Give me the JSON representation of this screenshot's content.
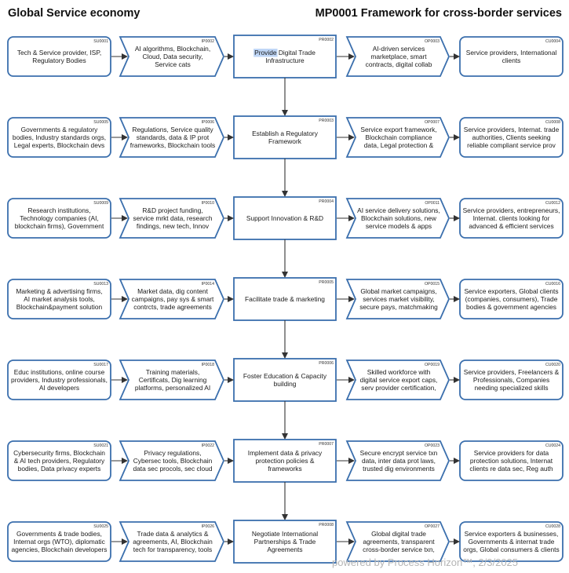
{
  "header": {
    "left_title": "Global Service economy",
    "right_title": "MP0001 Framework for cross-border services"
  },
  "footer": {
    "text": "powered by Process Horizon™, 2/3/2025"
  },
  "colors": {
    "border": "#3b6fad",
    "arrow": "#333333",
    "highlight": "#bfd6f6"
  },
  "rows": [
    {
      "supplier": {
        "code": "SU0001",
        "lines": [
          "Tech & Service provider, ISP,",
          "Regulatory Bodies"
        ]
      },
      "input": {
        "code": "IP0002",
        "lines": [
          "AI algorithms, Blockchain,",
          "Cloud, Data security,",
          "Service cats"
        ]
      },
      "process": {
        "code": "PR0002",
        "lines": [
          "Provide Digital Trade",
          "Infrastructure"
        ],
        "highlight": "Provide"
      },
      "output": {
        "code": "OP0003",
        "lines": [
          "AI-driven services",
          "marketplace, smart",
          "contracts, digital collab"
        ]
      },
      "customer": {
        "code": "CU0004",
        "lines": [
          "Service providers, International",
          "clients"
        ]
      }
    },
    {
      "supplier": {
        "code": "SU0005",
        "lines": [
          "Governments & regulatory",
          "bodies, Industry standards orgs,",
          "Legal experts, Blockchain devs"
        ]
      },
      "input": {
        "code": "IP0006",
        "lines": [
          "Regulations, Service quality",
          "standards, data & IP prot",
          "frameworks, Blockchain tools"
        ]
      },
      "process": {
        "code": "PR0003",
        "lines": [
          "Establish a Regulatory",
          "Framework"
        ]
      },
      "output": {
        "code": "OP0007",
        "lines": [
          "Service export framework,",
          "Blockchain compliance",
          "data, Legal protection &"
        ]
      },
      "customer": {
        "code": "CU0008",
        "lines": [
          "Service providers, Internat. trade",
          "authorities, Clients seeking",
          "reliable compliant service prov"
        ]
      }
    },
    {
      "supplier": {
        "code": "SU0009",
        "lines": [
          "Research institutions,",
          "Technology companies (AI,",
          "blockchain firms), Government"
        ]
      },
      "input": {
        "code": "IP0010",
        "lines": [
          "R&D project funding,",
          "service mrkt data, research",
          "findings, new tech, Innov"
        ]
      },
      "process": {
        "code": "PR0004",
        "lines": [
          "Support Innovation & R&D"
        ]
      },
      "output": {
        "code": "OP0011",
        "lines": [
          "AI service delivery solutions,",
          "Blockchain solutions, new",
          "service models & apps"
        ]
      },
      "customer": {
        "code": "CU0012",
        "lines": [
          "Service providers, entrepreneurs,",
          "Internat. clients looking for",
          "advanced & efficient services"
        ]
      }
    },
    {
      "supplier": {
        "code": "SU0013",
        "lines": [
          "Marketing & advertising firms,",
          "AI market analysis tools,",
          "Blockchain&payment solution"
        ]
      },
      "input": {
        "code": "IP0014",
        "lines": [
          "Market data, dig content",
          "campaigns, pay sys & smart",
          "contrcts, trade agreements"
        ]
      },
      "process": {
        "code": "PR0005",
        "lines": [
          "Facilitate trade & marketing"
        ]
      },
      "output": {
        "code": "OP0015",
        "lines": [
          "Global market campaigns,",
          "services market visibility,",
          "secure pays, matchmaking"
        ]
      },
      "customer": {
        "code": "CU0016",
        "lines": [
          "Service exporters, Global clients",
          "(companies, consumers), Trade",
          "bodies & government agencies"
        ]
      }
    },
    {
      "supplier": {
        "code": "SU0017",
        "lines": [
          "Educ institutions, online course",
          "providers, Industry professionals,",
          "AI developers"
        ]
      },
      "input": {
        "code": "IP0018",
        "lines": [
          "Training materials,",
          "Certificats, Dig learning",
          "platforms, personalized AI"
        ]
      },
      "process": {
        "code": "PR0006",
        "lines": [
          "Foster Education & Capacity",
          "building"
        ]
      },
      "output": {
        "code": "OP0019",
        "lines": [
          "Skilled workforce with",
          "digital service export caps,",
          "serv provider certification,"
        ]
      },
      "customer": {
        "code": "CU0020",
        "lines": [
          "Service providers, Freelancers &",
          "Professionals, Companies",
          "needing specialized skills"
        ]
      }
    },
    {
      "supplier": {
        "code": "SU0021",
        "lines": [
          "Cybersecurity firms, Blockchain",
          "& AI tech providers, Regulatory",
          "bodies, Data privacy experts"
        ]
      },
      "input": {
        "code": "IP0022",
        "lines": [
          "Privacy regulations,",
          "Cybersec tools, Blockchain",
          "data sec procols, sec cloud"
        ]
      },
      "process": {
        "code": "PR0007",
        "lines": [
          "Implement data & privacy",
          "protection policies &",
          "frameworks"
        ]
      },
      "output": {
        "code": "OP0023",
        "lines": [
          "Secure encrypt service txn",
          "data, inter data prot laws,",
          "trusted dig environments"
        ]
      },
      "customer": {
        "code": "CU0024",
        "lines": [
          "Service providers for data",
          "protection solutions, Internat",
          "clients re data sec, Reg auth"
        ]
      }
    },
    {
      "supplier": {
        "code": "SU0025",
        "lines": [
          "Governments & trade bodies,",
          "Internat orgs (WTO), diplomatic",
          "agencies, Blockchain developers"
        ]
      },
      "input": {
        "code": "IP0026",
        "lines": [
          "Trade data & analytics &",
          "agreements, AI, Blockchain",
          "tech for transparency, tools"
        ]
      },
      "process": {
        "code": "PR0008",
        "lines": [
          "Negotiate International",
          "Partnerships & Trade",
          "Agreements"
        ]
      },
      "output": {
        "code": "OP0027",
        "lines": [
          "Global digital trade",
          "agreements, transparent",
          "cross-border service txn,"
        ]
      },
      "customer": {
        "code": "CU0028",
        "lines": [
          "Service exporters & businesses,",
          "Governments & internat trade",
          "orgs, Global consumers & clients"
        ]
      }
    }
  ]
}
